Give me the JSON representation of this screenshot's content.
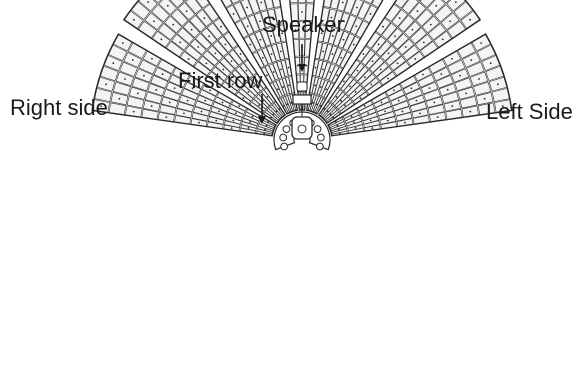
{
  "labels": {
    "speaker": "Speaker",
    "first_row": "First row",
    "right_side": "Right side",
    "left_side": "Left Side"
  },
  "seating": {
    "sections": 7,
    "colors": {
      "ink": "#2a2a2a",
      "seat_fill": "#f4f4f4",
      "background": "#ffffff"
    }
  }
}
